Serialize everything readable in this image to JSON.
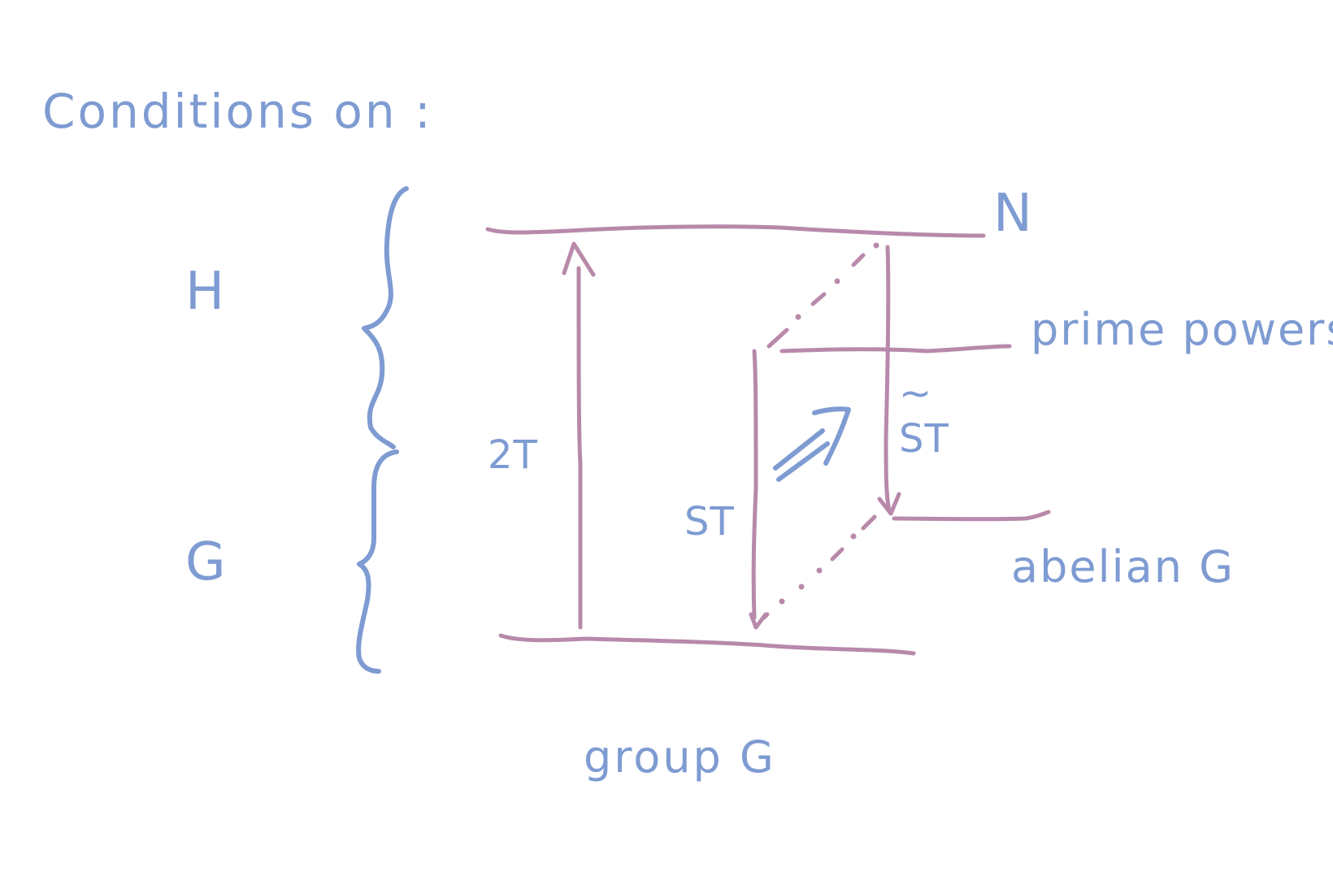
{
  "diagram": {
    "title": "Conditions on :",
    "left_labels": {
      "upper": "H",
      "lower": "G"
    },
    "edge_labels": {
      "left_arrow": "2T",
      "middle_arrow": "ST",
      "right_arrow": "ST",
      "right_arrow_tilde": "~"
    },
    "right_labels": {
      "top": "N",
      "middle": "prime powers",
      "bottom": "abelian G"
    },
    "bottom_label": "group G",
    "colors": {
      "ink_blue": "#7e9bd2",
      "ink_mauve": "#b889aa",
      "background": "#ffffff"
    }
  }
}
